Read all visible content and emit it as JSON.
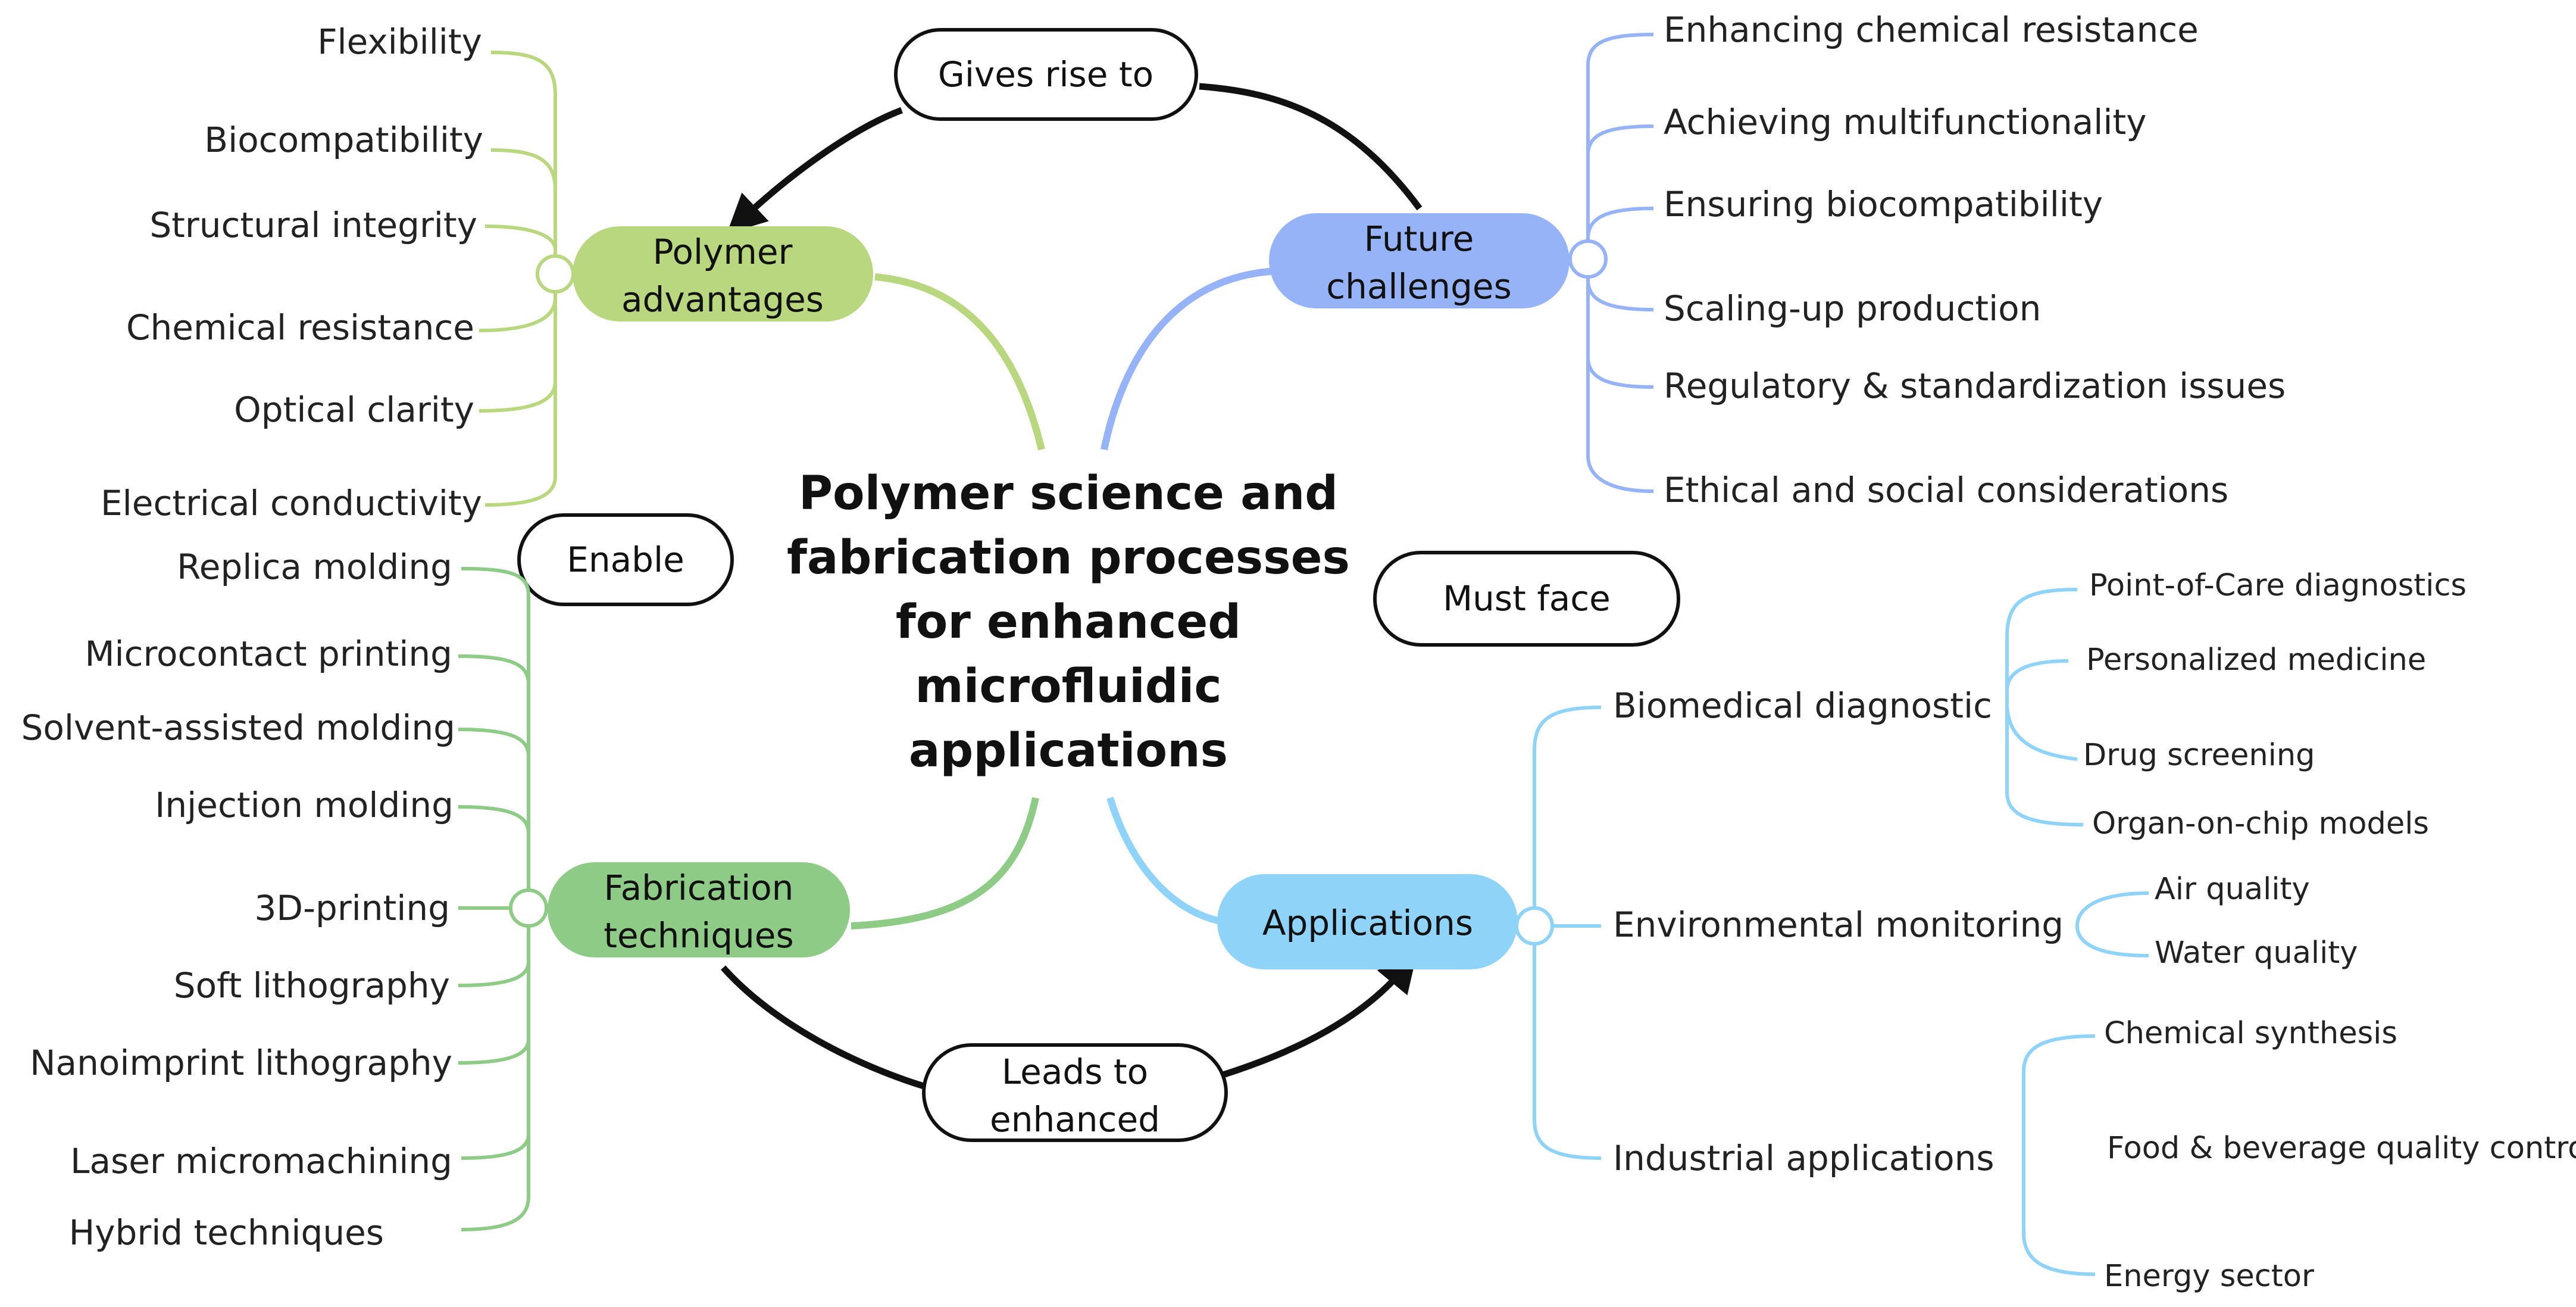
{
  "center": {
    "lines": [
      "Polymer science and",
      "fabrication processes",
      "for enhanced",
      "microfluidic",
      "applications"
    ]
  },
  "relations": {
    "gives_rise_to": [
      "Gives rise to"
    ],
    "enable": [
      "Enable"
    ],
    "must_face": [
      "Must face"
    ],
    "leads_to": [
      "Leads to",
      "enhanced"
    ]
  },
  "branches": {
    "polymer_advantages": {
      "label": [
        "Polymer",
        "advantages"
      ],
      "color": "#b9d77f",
      "leaves": [
        "Flexibility",
        "Biocompatibility",
        "Structural integrity",
        "Chemical resistance",
        "Optical clarity",
        "Electrical conductivity"
      ]
    },
    "future_challenges": {
      "label": [
        "Future",
        "challenges"
      ],
      "color": "#97b3f8",
      "leaves": [
        "Enhancing chemical resistance",
        "Achieving multifunctionality",
        "Ensuring biocompatibility",
        "Scaling-up production",
        "Regulatory & standardization issues",
        "Ethical and social considerations"
      ]
    },
    "fabrication_techniques": {
      "label": [
        "Fabrication",
        "techniques"
      ],
      "color": "#8ecb86",
      "leaves": [
        "Replica molding",
        "Microcontact printing",
        "Solvent-assisted molding",
        "Injection molding",
        "3D-printing",
        "Soft lithography",
        "Nanoimprint lithography",
        "Laser micromachining",
        "Hybrid techniques"
      ]
    },
    "applications": {
      "label": [
        "Applications"
      ],
      "color": "#8fd3f9",
      "groups": [
        {
          "name": "Biomedical diagnostic",
          "items": [
            "Point-of-Care diagnostics",
            "Personalized medicine",
            "Drug screening",
            "Organ-on-chip models"
          ]
        },
        {
          "name": "Environmental monitoring",
          "items": [
            "Air quality",
            "Water quality"
          ]
        },
        {
          "name": "Industrial applications",
          "items": [
            "Chemical synthesis",
            "Food & beverage quality control",
            "Energy sector"
          ]
        }
      ]
    }
  }
}
